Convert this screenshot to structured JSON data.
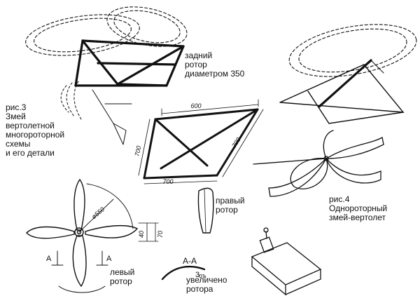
{
  "labels": {
    "rear_rotor": [
      "задний",
      "ротор",
      "диаметром 350"
    ],
    "fig3": [
      "рис.3",
      "Змей",
      "вертолетной",
      "многороторной",
      "схемы",
      "и его детали"
    ],
    "right_rotor": [
      "правый",
      "ротор"
    ],
    "fig4": [
      "рис.4",
      "Однороторный",
      "змей-вертолет"
    ],
    "left_rotor": [
      "левый",
      "ротор"
    ],
    "section_aa": "А-А",
    "enlarged": [
      "увеличено",
      "ротора"
    ],
    "section_scale": "3",
    "section_tail": "оъ"
  },
  "dimensions": {
    "top_width": "600",
    "left_length": "700",
    "right_length": "700",
    "bottom_length": "700",
    "rotor_diameter": "ø550",
    "blade_width": "40",
    "blade_chord": "70"
  },
  "section_markers": {
    "left": "А",
    "right": "А"
  },
  "colors": {
    "ink": "#111111",
    "paper": "#ffffff"
  }
}
